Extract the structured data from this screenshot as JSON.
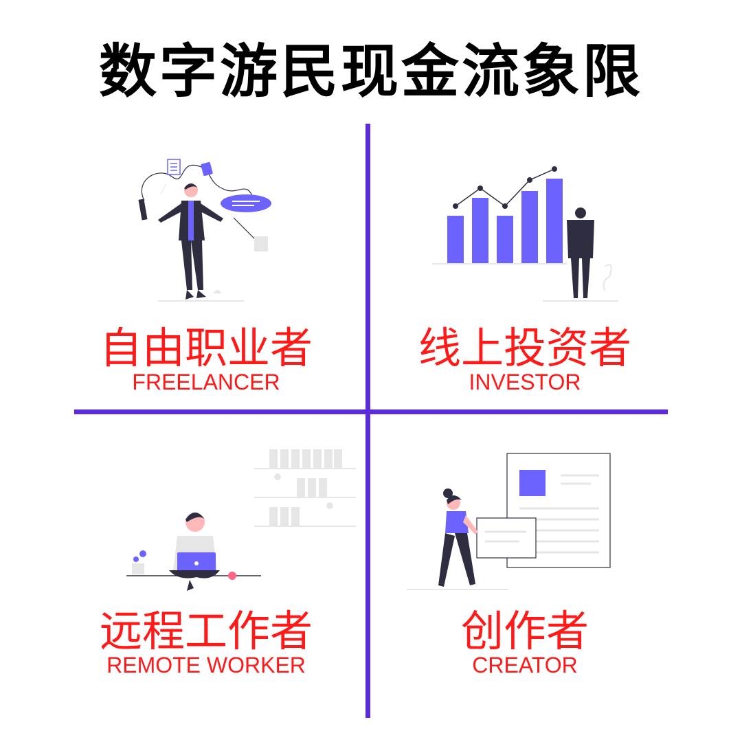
{
  "title": "数字游民现金流象限",
  "colors": {
    "accent": "#5b2bdc",
    "label": "#ff1a1a",
    "illustration_primary": "#6c63ff",
    "illustration_dark": "#2f2e41",
    "skin": "#ffb8b8"
  },
  "quadrants": [
    {
      "id": "freelancer",
      "label_cn": "自由职业者",
      "label_en": "FREELANCER",
      "illustration": "juggling-person-icon"
    },
    {
      "id": "investor",
      "label_cn": "线上投资者",
      "label_en": "INVESTOR",
      "illustration": "bar-chart-person-icon"
    },
    {
      "id": "remote-worker",
      "label_cn": "远程工作者",
      "label_en": "REMOTE WORKER",
      "illustration": "laptop-person-icon"
    },
    {
      "id": "creator",
      "label_cn": "创作者",
      "label_en": "CREATOR",
      "illustration": "document-person-icon"
    }
  ]
}
